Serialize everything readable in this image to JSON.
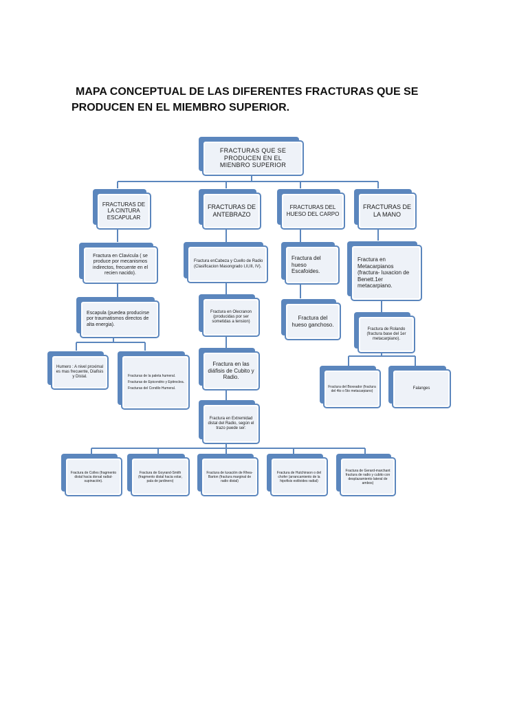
{
  "title": {
    "line1": "MAPA CONCEPTUAL DE LAS DIFERENTES FRACTURAS QUE SE",
    "line2": "PRODUCEN EN EL MIEMBRO SUPERIOR."
  },
  "root": {
    "text": "FRACTURAS QUE SE PRODUCEN EN EL MIENBRO SUPERIOR"
  },
  "categories": {
    "cintura": {
      "text": "FRACTURAS DE LA CINTURA ESCAPULAR"
    },
    "antebrazo": {
      "text": "FRACTURAS DE ANTEBRAZO"
    },
    "carpo": {
      "text": "FRACTURAS DEL HUESO DEL CARPO"
    },
    "mano": {
      "text": "FRACTURAS DE LA MANO"
    }
  },
  "cintura_nodes": {
    "clavicula": {
      "text": "Fractura en Clavicula ( se produce por mecanismos indirectos, frecuente en el recien nacido)."
    },
    "escapula": {
      "text": "Escapula (puedea producirse por traumatismos directos de alta energia)."
    },
    "humero": {
      "text": "Humero : A nivel proximal es mas frecuente, Diafisis y Distal."
    },
    "paleta": {
      "line1": "Fracturas de la paleta humeral.",
      "line2": "Fracturas de Epicondrio y Epitroclea.",
      "line3": "Fracturas del Condilo Humeral."
    }
  },
  "antebrazo_nodes": {
    "cabeza": {
      "text": "Fractura enCabeza y Cuello de Radio (Clasificacion Masongrado I,II,III, IV)."
    },
    "olecranon": {
      "text": "Fractura en Olecranon (producidas por ser sometidas a tension)"
    },
    "diafisis": {
      "text": "Fractura en las diáfisis de Cubito y Radio."
    },
    "extremidad": {
      "text": "Fractura en Extremidad distal del Radio, según el trazo puede ser:"
    }
  },
  "distal_nodes": {
    "colles": {
      "text": "Fractura de Colles (fragmento distal hacia dorsal radial-supinación)."
    },
    "smith": {
      "text": "Fractura de Goyrand-Smith (fragmento distal hacia volar, pala de jardinero)"
    },
    "barton": {
      "text": "Fractura de luxación de Rhea-Barton (fractura marginal de radio distal)"
    },
    "hutchinson": {
      "text": "Fractura de Hutchinson o del chofer (arrancamiento de la hipofisis estiloides radial)"
    },
    "gerard": {
      "text": "Fractura de Gerard-marchant fractura de radio y cubito con desplazamiento lateral de ambos)"
    }
  },
  "carpo_nodes": {
    "escafoides": {
      "text": "Fractura del hueso Escafoides."
    },
    "ganchoso": {
      "text": "Fractura del hueso ganchoso."
    }
  },
  "mano_nodes": {
    "metacarpianos": {
      "text": "Fractura en Metacarpianos (fractura- luxacion de Benett.1er metacarpiano."
    },
    "rolando": {
      "text": "Fractura de Rolando (fractura base del 1er metacarpiano)."
    },
    "boxeador": {
      "text": "Fractura del Boxeador (fractura del 4to o 5to metacarpiano)"
    },
    "falanges": {
      "text": "Falanges"
    }
  },
  "colors": {
    "border": "#5b86bd",
    "fill": "#eef2f8",
    "connector": "#5b86bd"
  }
}
